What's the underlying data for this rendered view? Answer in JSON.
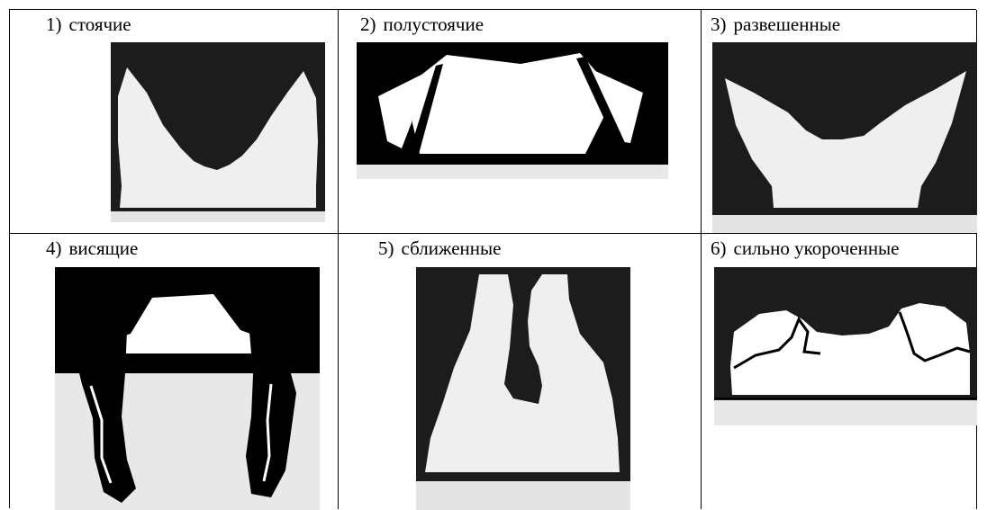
{
  "ear_table": {
    "cells": [
      {
        "number": "1)",
        "label": "стоячие",
        "picture": "standing-ears"
      },
      {
        "number": "2)",
        "label": "полустоячие",
        "picture": "semi-standing-ears"
      },
      {
        "number": "3)",
        "label": "развешенные",
        "picture": "spread-ears"
      },
      {
        "number": "4)",
        "label": "висящие",
        "picture": "hanging-ears"
      },
      {
        "number": "5)",
        "label": "сближенные",
        "picture": "close-set-ears"
      },
      {
        "number": "6)",
        "label": "сильно укороченные",
        "picture": "cropped-ears"
      }
    ]
  }
}
